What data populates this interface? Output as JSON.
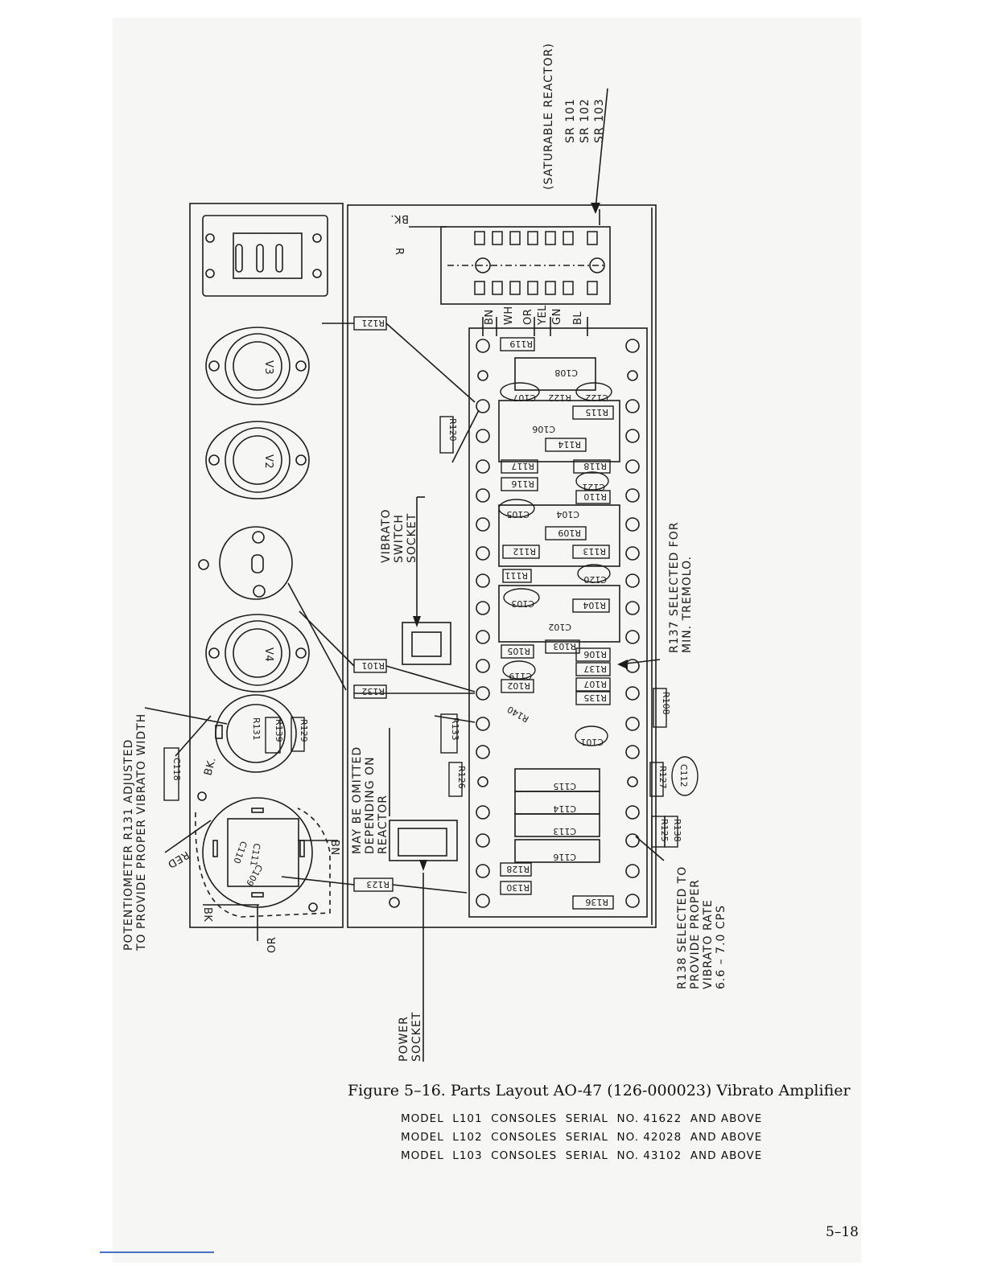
{
  "figure": {
    "caption": "Figure 5–16. Parts Layout AO-47 (126-000023) Vibrato Amplifier",
    "models": [
      "MODEL  L101  CONSOLES  SERIAL  NO. 41622  AND ABOVE",
      "MODEL  L102  CONSOLES  SERIAL  NO. 42028  AND ABOVE",
      "MODEL  L103  CONSOLES  SERIAL  NO. 43102  AND ABOVE"
    ],
    "page_number": "5–18"
  },
  "callouts": {
    "saturable_reactor": "(SATURABLE REACTOR)",
    "sr101": "SR 101",
    "sr102": "SR 102",
    "sr103": "SR 103",
    "pot_line1": "POTENTIOMETER  R131  ADJUSTED",
    "pot_line2": "TO PROVIDE PROPER VIBRATO WIDTH",
    "omit_line1": "MAY BE OMITTED",
    "omit_line2": "DEPENDING ON",
    "omit_line3": "REACTOR",
    "vibrato_line1": "VIBRATO",
    "vibrato_line2": "SWITCH",
    "vibrato_line3": "SOCKET",
    "r137_line1": "R137 SELECTED FOR",
    "r137_line2": "MIN. TREMOLO.",
    "r138_line1": "R138  SELECTED  TO",
    "r138_line2": "PROVIDE  PROPER",
    "r138_line3": "VIBRATO  RATE",
    "r138_line4": "6.6 – 7.0 CPS",
    "power_line1": "POWER",
    "power_line2": "SOCKET"
  },
  "wires": {
    "bk_top": "BK.",
    "r_top": "R",
    "reactor_leads": [
      "BN",
      "WH",
      "OR",
      "YEL",
      "GN",
      "BL"
    ],
    "red": "RED",
    "bk_mid": "BK.",
    "bn": "BN",
    "bk_low": "BK",
    "or": "OR"
  },
  "tubes": {
    "v3": "V3",
    "v2": "V2",
    "v4": "V4"
  },
  "parts": {
    "r121": "R121",
    "r120": "R120",
    "r119": "R119",
    "c108": "C108",
    "c107": "C107",
    "r122": "R122",
    "c122": "C122",
    "c106": "C106",
    "r115": "R115",
    "r114": "R114",
    "r117": "R117",
    "r118": "R118",
    "r116": "R116",
    "c121": "C121",
    "r110": "R110",
    "c105": "C105",
    "c104": "C104",
    "r109": "R109",
    "r112": "R112",
    "r113": "R113",
    "r111": "R111",
    "c120": "C120",
    "c103": "C103",
    "r104": "R104",
    "c102": "C102",
    "r105": "R105",
    "r103": "R103",
    "r106": "R106",
    "r101": "R101",
    "c119": "C119",
    "r137": "R137",
    "r102": "R102",
    "r107": "R107",
    "r132": "R132",
    "r135": "R135",
    "r140": "R140",
    "r108": "R108",
    "c101": "C101",
    "r133": "R133",
    "r131": "R131",
    "r139": "R139",
    "r129": "R129",
    "c118": "C118",
    "r126": "R126",
    "c115": "C115",
    "r127": "R127",
    "c112": "C112",
    "c114": "C114",
    "c113": "C113",
    "c116": "C116",
    "r125": "R125",
    "r138": "R138",
    "r128": "R128",
    "r130": "R130",
    "r123": "R123",
    "r136": "R136",
    "c110": "C110",
    "c111": "C111",
    "c109": "C109"
  }
}
